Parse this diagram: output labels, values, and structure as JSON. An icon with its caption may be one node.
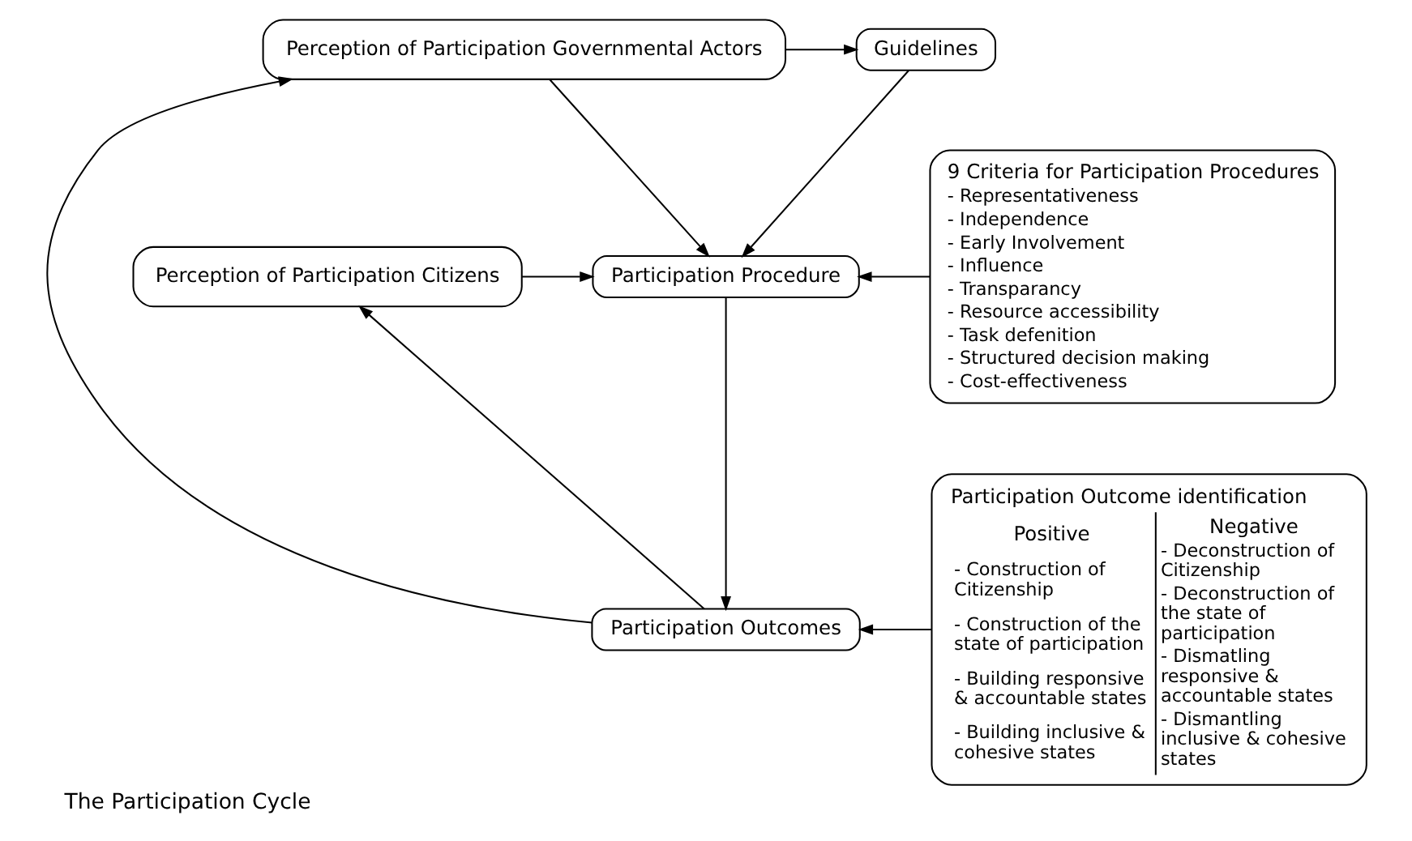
{
  "diagram": {
    "caption": "The Participation Cycle",
    "nodes": [
      {
        "text": [
          "Perception of Participation Governmental Actors"
        ]
      },
      {
        "text": [
          "Guidelines"
        ]
      },
      {
        "text": [
          "Perception of Participation Citizens"
        ]
      },
      {
        "text": [
          "Participation Procedure"
        ]
      },
      {
        "text": [
          "9 Criteria for Participation Procedures",
          "- Representativeness",
          "- Independence",
          "- Early Involvement",
          "- Influence",
          "- Transparancy",
          "- Resource accessibility",
          "- Task defenition",
          "- Structured decision making",
          "- Cost-effectiveness"
        ]
      },
      {
        "text": [
          "Participation Outcomes"
        ]
      },
      {
        "text": [
          "Participation Outcome identification",
          "Positive",
          "- Construction of Citizenship",
          "- Construction of the state of participation",
          "- Building responsive & accountable states",
          "- Building inclusive & cohesive states",
          "Negative",
          "- Deconstruction of Citizenship",
          "- Deconstruction of the state of participation",
          "- Dismatling responsive & accountable states",
          "- Dismantling inclusive & cohesive states"
        ]
      }
    ],
    "edges": [
      {
        "from": 0,
        "to": 1,
        "arrow": "to"
      },
      {
        "from": 0,
        "to": 3,
        "arrow": "to"
      },
      {
        "from": 1,
        "to": 3,
        "arrow": "to"
      },
      {
        "from": 2,
        "to": 3,
        "arrow": "to"
      },
      {
        "from": 4,
        "to": 3,
        "arrow": "to"
      },
      {
        "from": 3,
        "to": 5,
        "arrow": "to"
      },
      {
        "from": 6,
        "to": 5,
        "arrow": "to"
      },
      {
        "from": 5,
        "to": 0,
        "arrow": "to"
      },
      {
        "from": 5,
        "to": 2,
        "arrow": "to"
      }
    ]
  }
}
